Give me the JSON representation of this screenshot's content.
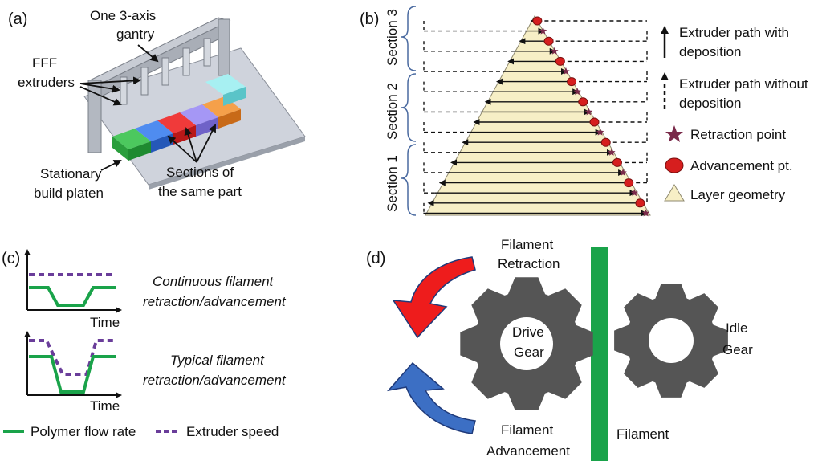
{
  "panel_a": {
    "label": "(a)",
    "gantry": [
      "One 3-axis",
      "gantry"
    ],
    "extruders": [
      "FFF",
      "extruders"
    ],
    "platen": [
      "Stationary",
      "build platen"
    ],
    "sections": [
      "Sections of",
      "the same part"
    ],
    "block_colors": [
      "#22a33a",
      "#2f6fe0",
      "#e8202a",
      "#8a7cf0",
      "#f08a2a",
      "#7fe6e8"
    ]
  },
  "panel_b": {
    "label": "(b)",
    "section_labels": [
      "Section 3",
      "Section 2",
      "Section 1"
    ],
    "legend": {
      "with_deposition": [
        "Extruder path with",
        "deposition"
      ],
      "without_deposition": [
        "Extruder path without",
        "deposition"
      ],
      "retraction": "Retraction point",
      "advancement": "Advancement pt.",
      "layer": "Layer geometry"
    },
    "colors": {
      "retraction": "#7a2a4a",
      "advancement": "#d61e1e",
      "layer": "#f7efc6"
    }
  },
  "panel_c": {
    "label": "(c)",
    "top_caption": [
      "Continuous filament",
      "retraction/advancement"
    ],
    "bottom_caption": [
      "Typical filament",
      "retraction/advancement"
    ],
    "axis_time": "Time",
    "legend_flow": "Polymer flow rate",
    "legend_speed": "Extruder speed",
    "colors": {
      "flow": "#1aa34a",
      "speed": "#6a3d9a"
    }
  },
  "panel_d": {
    "label": "(d)",
    "retraction": [
      "Filament",
      "Retraction"
    ],
    "advancement": [
      "Filament",
      "Advancement"
    ],
    "drive_gear": [
      "Drive",
      "Gear"
    ],
    "idle_gear": [
      "Idle",
      "Gear"
    ],
    "filament": "Filament",
    "colors": {
      "gear": "#555555",
      "filament": "#1aa34a",
      "retract_arrow": "#ee1c1c",
      "advance_arrow": "#3c6fc4"
    }
  }
}
